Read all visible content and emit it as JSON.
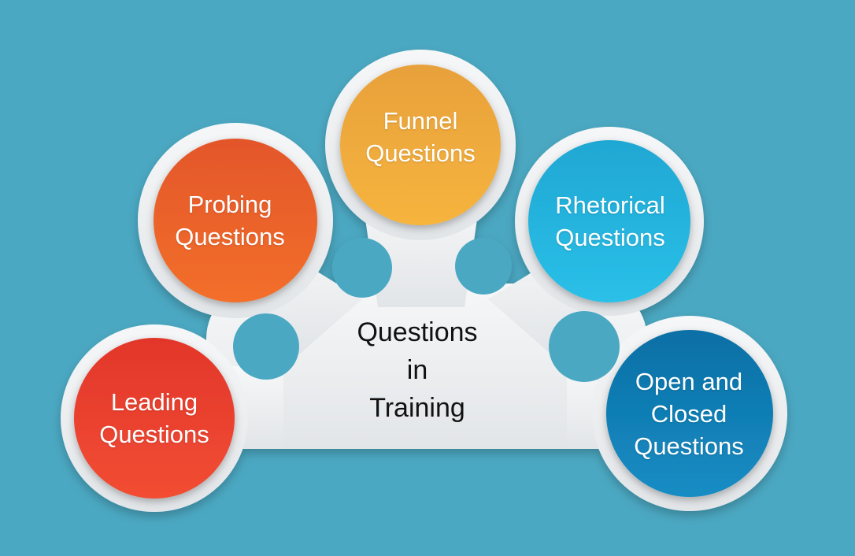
{
  "background_color": "#4BA8C2",
  "plate_color": "#ECEEF0",
  "center": {
    "label": "Questions\nin\nTraining",
    "text_color": "#111111"
  },
  "nodes": [
    {
      "id": "leading",
      "label": "Leading\nQuestions",
      "color_top": "#E2362B",
      "color_bottom": "#F24D33"
    },
    {
      "id": "probing",
      "label": "Probing\nQuestions",
      "color_top": "#E3562A",
      "color_bottom": "#F36F2A"
    },
    {
      "id": "funnel",
      "label": "Funnel\nQuestions",
      "color_top": "#E8A13A",
      "color_bottom": "#F6B43E"
    },
    {
      "id": "rhetorical",
      "label": "Rhetorical\nQuestions",
      "color_top": "#1FA7D3",
      "color_bottom": "#2AC0E8"
    },
    {
      "id": "open-closed",
      "label": "Open and\nClosed\nQuestions",
      "color_top": "#0E6FA5",
      "color_bottom": "#148DC4"
    }
  ]
}
